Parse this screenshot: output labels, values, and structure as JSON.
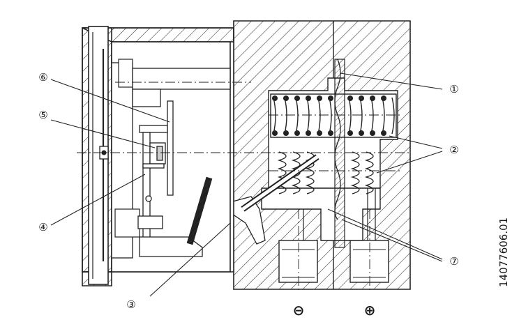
{
  "callouts": [
    {
      "id": "1",
      "label": "①"
    },
    {
      "id": "2",
      "label": "②"
    },
    {
      "id": "3",
      "label": "③"
    },
    {
      "id": "4",
      "label": "④"
    },
    {
      "id": "5",
      "label": "⑤"
    },
    {
      "id": "6",
      "label": "⑥"
    },
    {
      "id": "7",
      "label": "⑦"
    }
  ],
  "ports": {
    "minus": "⊖",
    "plus": "⊕"
  },
  "figure_code": "14077606.01"
}
